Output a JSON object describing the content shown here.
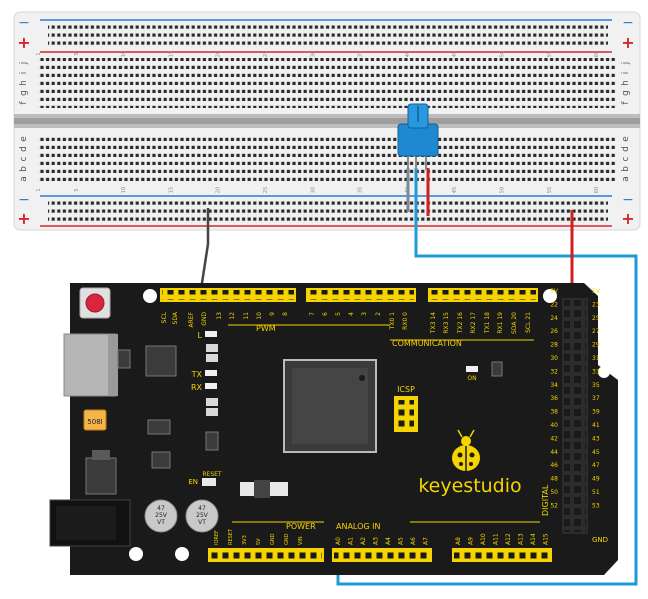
{
  "breadboard": {
    "plus_sign": "+",
    "minus_sign": "−",
    "top_row_letters": [
      "j",
      "i",
      "h",
      "g",
      "f"
    ],
    "bottom_row_letters": [
      "e",
      "d",
      "c",
      "b",
      "a"
    ],
    "column_numbers": [
      "1",
      "5",
      "10",
      "15",
      "20",
      "25",
      "30",
      "35",
      "40",
      "45",
      "50",
      "55",
      "60"
    ]
  },
  "board": {
    "brand": "keyestudio",
    "top_header_labels": [
      "SCL",
      "SDA",
      "AREF",
      "GND",
      "13",
      "12",
      "11",
      "10",
      "9",
      "8",
      "7",
      "6",
      "5",
      "4",
      "3",
      "2",
      "TX0 1",
      "RX0 0",
      "TX3 14",
      "RX3 15",
      "TX2 16",
      "RX2 17",
      "TX1 18",
      "RX1 19",
      "SDA 20",
      "SCL 21"
    ],
    "section_pwm": "PWM",
    "section_communication": "COMMUNICATION",
    "section_power": "POWER",
    "section_analog": "ANALOG  IN",
    "section_digital": "DIGITAL",
    "led_l": "L",
    "led_tx": "TX",
    "led_rx": "RX",
    "led_on": "ON",
    "en_label": "EN",
    "reset_label": "RESET",
    "icsp_label": "ICSP",
    "crystal_label": "508I",
    "cap_label_1": "47\n25V\nVT",
    "cap_label_2": "47\n25V\nVT",
    "power_pins": [
      "IOREF",
      "RESET",
      "3V3",
      "5V",
      "GND",
      "GND",
      "VIN"
    ],
    "analog_pins": [
      "A0",
      "A1",
      "A2",
      "A3",
      "A4",
      "A5",
      "A6",
      "A7",
      "A8",
      "A9",
      "A10",
      "A11",
      "A12",
      "A13",
      "A14",
      "A15"
    ],
    "digital_left": [
      "5V",
      "22",
      "24",
      "26",
      "28",
      "30",
      "32",
      "34",
      "36",
      "38",
      "40",
      "42",
      "44",
      "46",
      "48",
      "50",
      "52"
    ],
    "digital_right": [
      "5V",
      "23",
      "25",
      "27",
      "29",
      "31",
      "33",
      "35",
      "37",
      "39",
      "41",
      "43",
      "45",
      "47",
      "49",
      "51",
      "53",
      "GND"
    ],
    "gnd_label": "GND"
  },
  "colors": {
    "board": "#1a1a1a",
    "header": "#f5d400",
    "wire_blue": "#1e9bd7",
    "wire_red": "#d01f1f",
    "wire_black": "#333333",
    "pot_blue": "#1e88d0",
    "rail_red": "#d8262c",
    "rail_blue": "#2a7fd4"
  }
}
